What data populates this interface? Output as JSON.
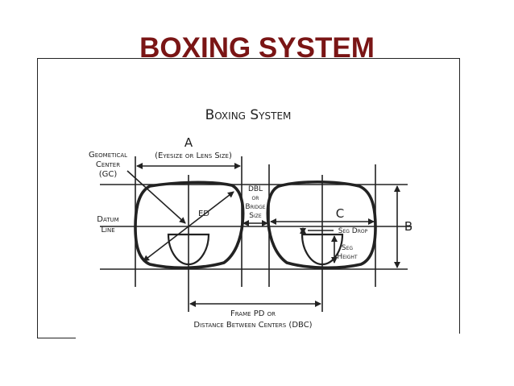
{
  "slide": {
    "title": "BOXING SYSTEM"
  },
  "figure": {
    "heading": "Boxing System",
    "labels": {
      "a": "A",
      "eyesize": "(Eyesize or Lens Size)",
      "gc_1": "Geometical",
      "gc_2": "Center",
      "gc_3": "(GC)",
      "datum_1": "Datum",
      "datum_2": "Line",
      "ed": "ED",
      "dbl_1": "DBL",
      "dbl_2": "or",
      "dbl_3": "Bridge",
      "dbl_4": "Size",
      "c": "C",
      "b": "B",
      "seg_drop": "Seg Drop",
      "seg_height_1": "Seg",
      "seg_height_2": "Height",
      "pd_1": "Frame PD or",
      "pd_2": "Distance Between Centers (DBC)"
    }
  }
}
